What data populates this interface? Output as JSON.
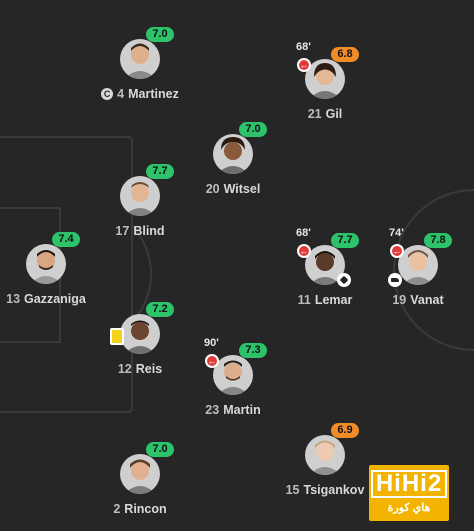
{
  "players": [
    {
      "key": "martinez",
      "number": "4",
      "name": "Martinez",
      "rating": "7.0",
      "rating_color": "#2cc36b",
      "captain": true,
      "captain_icon": "captain-icon"
    },
    {
      "key": "gil",
      "number": "21",
      "name": "Gil",
      "rating": "6.8",
      "rating_color": "#f28c28",
      "sub_minute": "68'",
      "sub_icon": "substitution-out-icon"
    },
    {
      "key": "witsel",
      "number": "20",
      "name": "Witsel",
      "rating": "7.0",
      "rating_color": "#2cc36b"
    },
    {
      "key": "blind",
      "number": "17",
      "name": "Blind",
      "rating": "7.7",
      "rating_color": "#2cc36b"
    },
    {
      "key": "gazzaniga",
      "number": "13",
      "name": "Gazzaniga",
      "rating": "7.4",
      "rating_color": "#2cc36b"
    },
    {
      "key": "lemar",
      "number": "11",
      "name": "Lemar",
      "rating": "7.7",
      "rating_color": "#2cc36b",
      "sub_minute": "68'",
      "sub_icon": "substitution-out-icon",
      "goal_icon": "goal-ball-icon"
    },
    {
      "key": "vanat",
      "number": "19",
      "name": "Vanat",
      "rating": "7.8",
      "rating_color": "#2cc36b",
      "sub_minute": "74'",
      "sub_icon": "substitution-out-icon",
      "assist_icon": "assist-boot-icon"
    },
    {
      "key": "reis",
      "number": "12",
      "name": "Reis",
      "rating": "7.2",
      "rating_color": "#2cc36b",
      "card_icon": "yellow-card-icon"
    },
    {
      "key": "martin",
      "number": "23",
      "name": "Martin",
      "rating": "7.3",
      "rating_color": "#2cc36b",
      "sub_minute": "90'",
      "sub_icon": "substitution-out-icon"
    },
    {
      "key": "tsigankov",
      "number": "15",
      "name": "Tsigankov",
      "rating": "6.9",
      "rating_color": "#f28c28"
    },
    {
      "key": "rincon",
      "number": "2",
      "name": "Rincon",
      "rating": "7.0",
      "rating_color": "#2cc36b"
    }
  ],
  "watermark": {
    "line1": "HiHi2",
    "line2": "هاي كورة"
  }
}
